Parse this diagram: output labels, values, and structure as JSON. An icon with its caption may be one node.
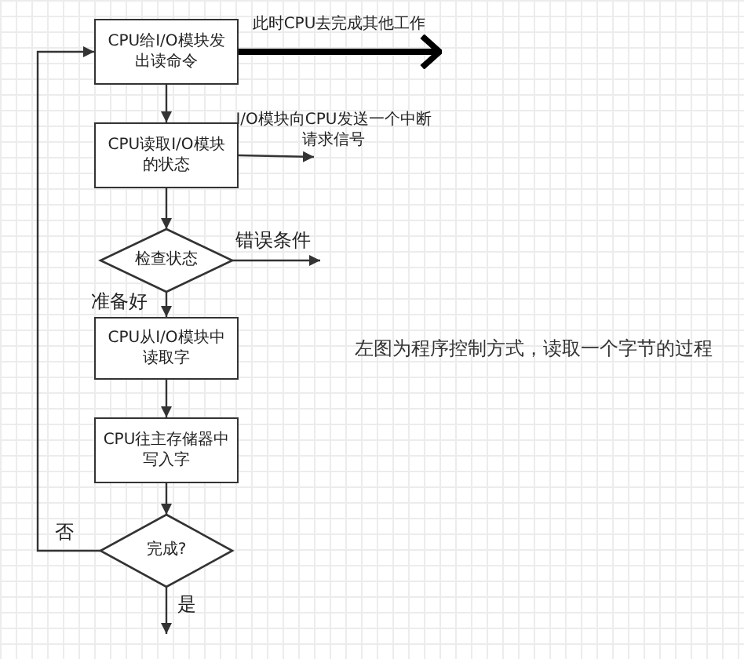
{
  "diagram": {
    "nodes": [
      {
        "text": [
          "CPU给I/O模块发出读命令"
        ]
      },
      {
        "text": [
          "CPU读取I/O模块的状态"
        ]
      },
      {
        "text": [
          "检查状态"
        ]
      },
      {
        "text": [
          "CPU从I/O模块中读取字"
        ]
      },
      {
        "text": [
          "CPU往主存储器中写入字"
        ]
      },
      {
        "text": [
          "完成?"
        ]
      }
    ],
    "edges": [
      {
        "from": 0,
        "to": null,
        "arrow": "to",
        "label": "此时CPU去完成其他工作",
        "style": "thick"
      },
      {
        "from": 0,
        "to": 1,
        "arrow": "to"
      },
      {
        "from": 1,
        "to": null,
        "arrow": "to",
        "label": "I/O模块向CPU发送一个中断请求信号"
      },
      {
        "from": 1,
        "to": 2,
        "arrow": "to"
      },
      {
        "from": 2,
        "to": null,
        "arrow": "to",
        "label": "错误条件"
      },
      {
        "from": 2,
        "to": 3,
        "arrow": "to",
        "label": "准备好"
      },
      {
        "from": 3,
        "to": 4,
        "arrow": "to"
      },
      {
        "from": 4,
        "to": 5,
        "arrow": "to"
      },
      {
        "from": 5,
        "to": 0,
        "arrow": "to",
        "label": "否"
      },
      {
        "from": 5,
        "to": null,
        "arrow": "to",
        "label": "是"
      }
    ],
    "labels": [
      "左图为程序控制方式，读取一个字节的过程"
    ]
  }
}
